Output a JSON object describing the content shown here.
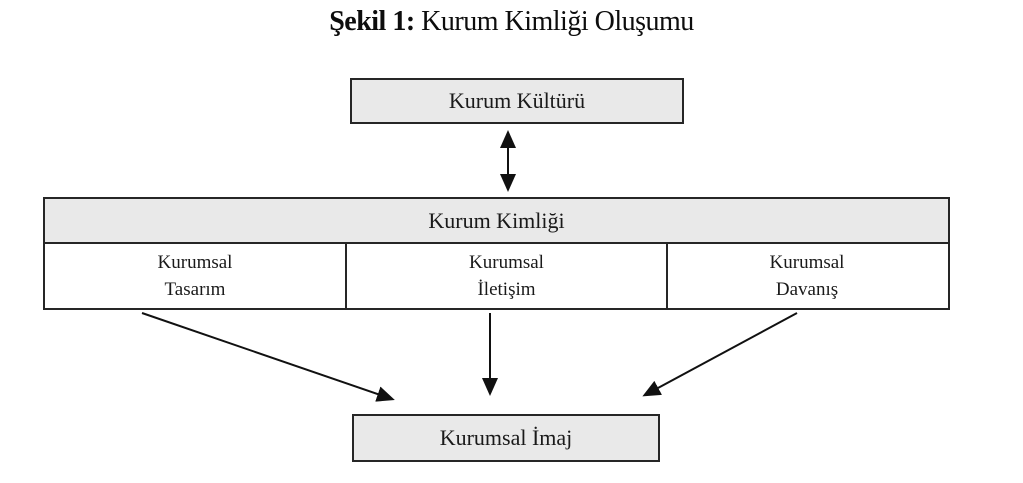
{
  "title": {
    "prefix": "Şekil 1:",
    "text": " Kurum Kimliği Oluşumu"
  },
  "diagram": {
    "top_box": "Kurum Kültürü",
    "identity_header": "Kurum Kimliği",
    "identity_cells": [
      {
        "line1": "Kurumsal",
        "line2": "Tasarım"
      },
      {
        "line1": "Kurumsal",
        "line2": "İletişim"
      },
      {
        "line1": "Kurumsal",
        "line2": "Davanış"
      }
    ],
    "bottom_box": "Kurumsal İmaj",
    "arrows": [
      {
        "from": "Kurum Kültürü",
        "to": "Kurum Kimliği",
        "type": "double-headed"
      },
      {
        "from": "Kurumsal Tasarım",
        "to": "Kurumsal İmaj",
        "type": "single"
      },
      {
        "from": "Kurumsal İletişim",
        "to": "Kurumsal İmaj",
        "type": "single"
      },
      {
        "from": "Kurumsal Davanış",
        "to": "Kurumsal İmaj",
        "type": "single"
      }
    ],
    "colors": {
      "box_fill": "#e9e9e9",
      "cell_fill": "#ffffff",
      "border": "#262626",
      "arrow": "#111111",
      "text": "#1a1a1a"
    }
  }
}
